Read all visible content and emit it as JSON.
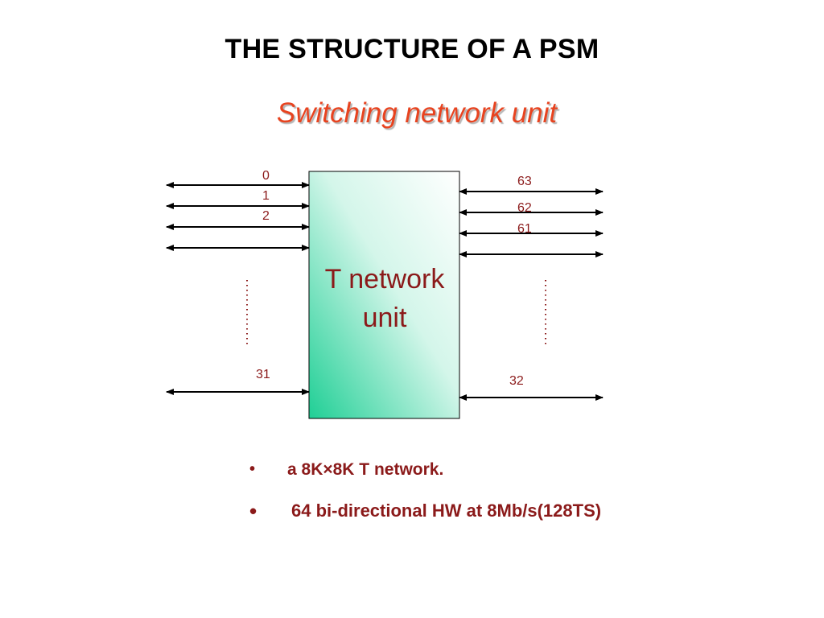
{
  "slide": {
    "title": "THE STRUCTURE  OF A PSM",
    "subtitle": "Switching network unit"
  },
  "diagram": {
    "box_line1": "T network",
    "box_line2": "unit",
    "left_labels": [
      "0",
      "1",
      "2",
      "31"
    ],
    "right_labels": [
      "63",
      "62",
      "61",
      "32"
    ]
  },
  "bullets": [
    {
      "marker": "•",
      "text": "a 8K×8K T network."
    },
    {
      "marker": "•",
      "text": "64 bi-directional HW at 8Mb/s(128TS)"
    }
  ],
  "colors": {
    "title": "#000000",
    "subtitle": "#e8431f",
    "label": "#8b1a1a",
    "box_gradient_start": "#1fcf95",
    "box_gradient_end": "#ffffff"
  }
}
